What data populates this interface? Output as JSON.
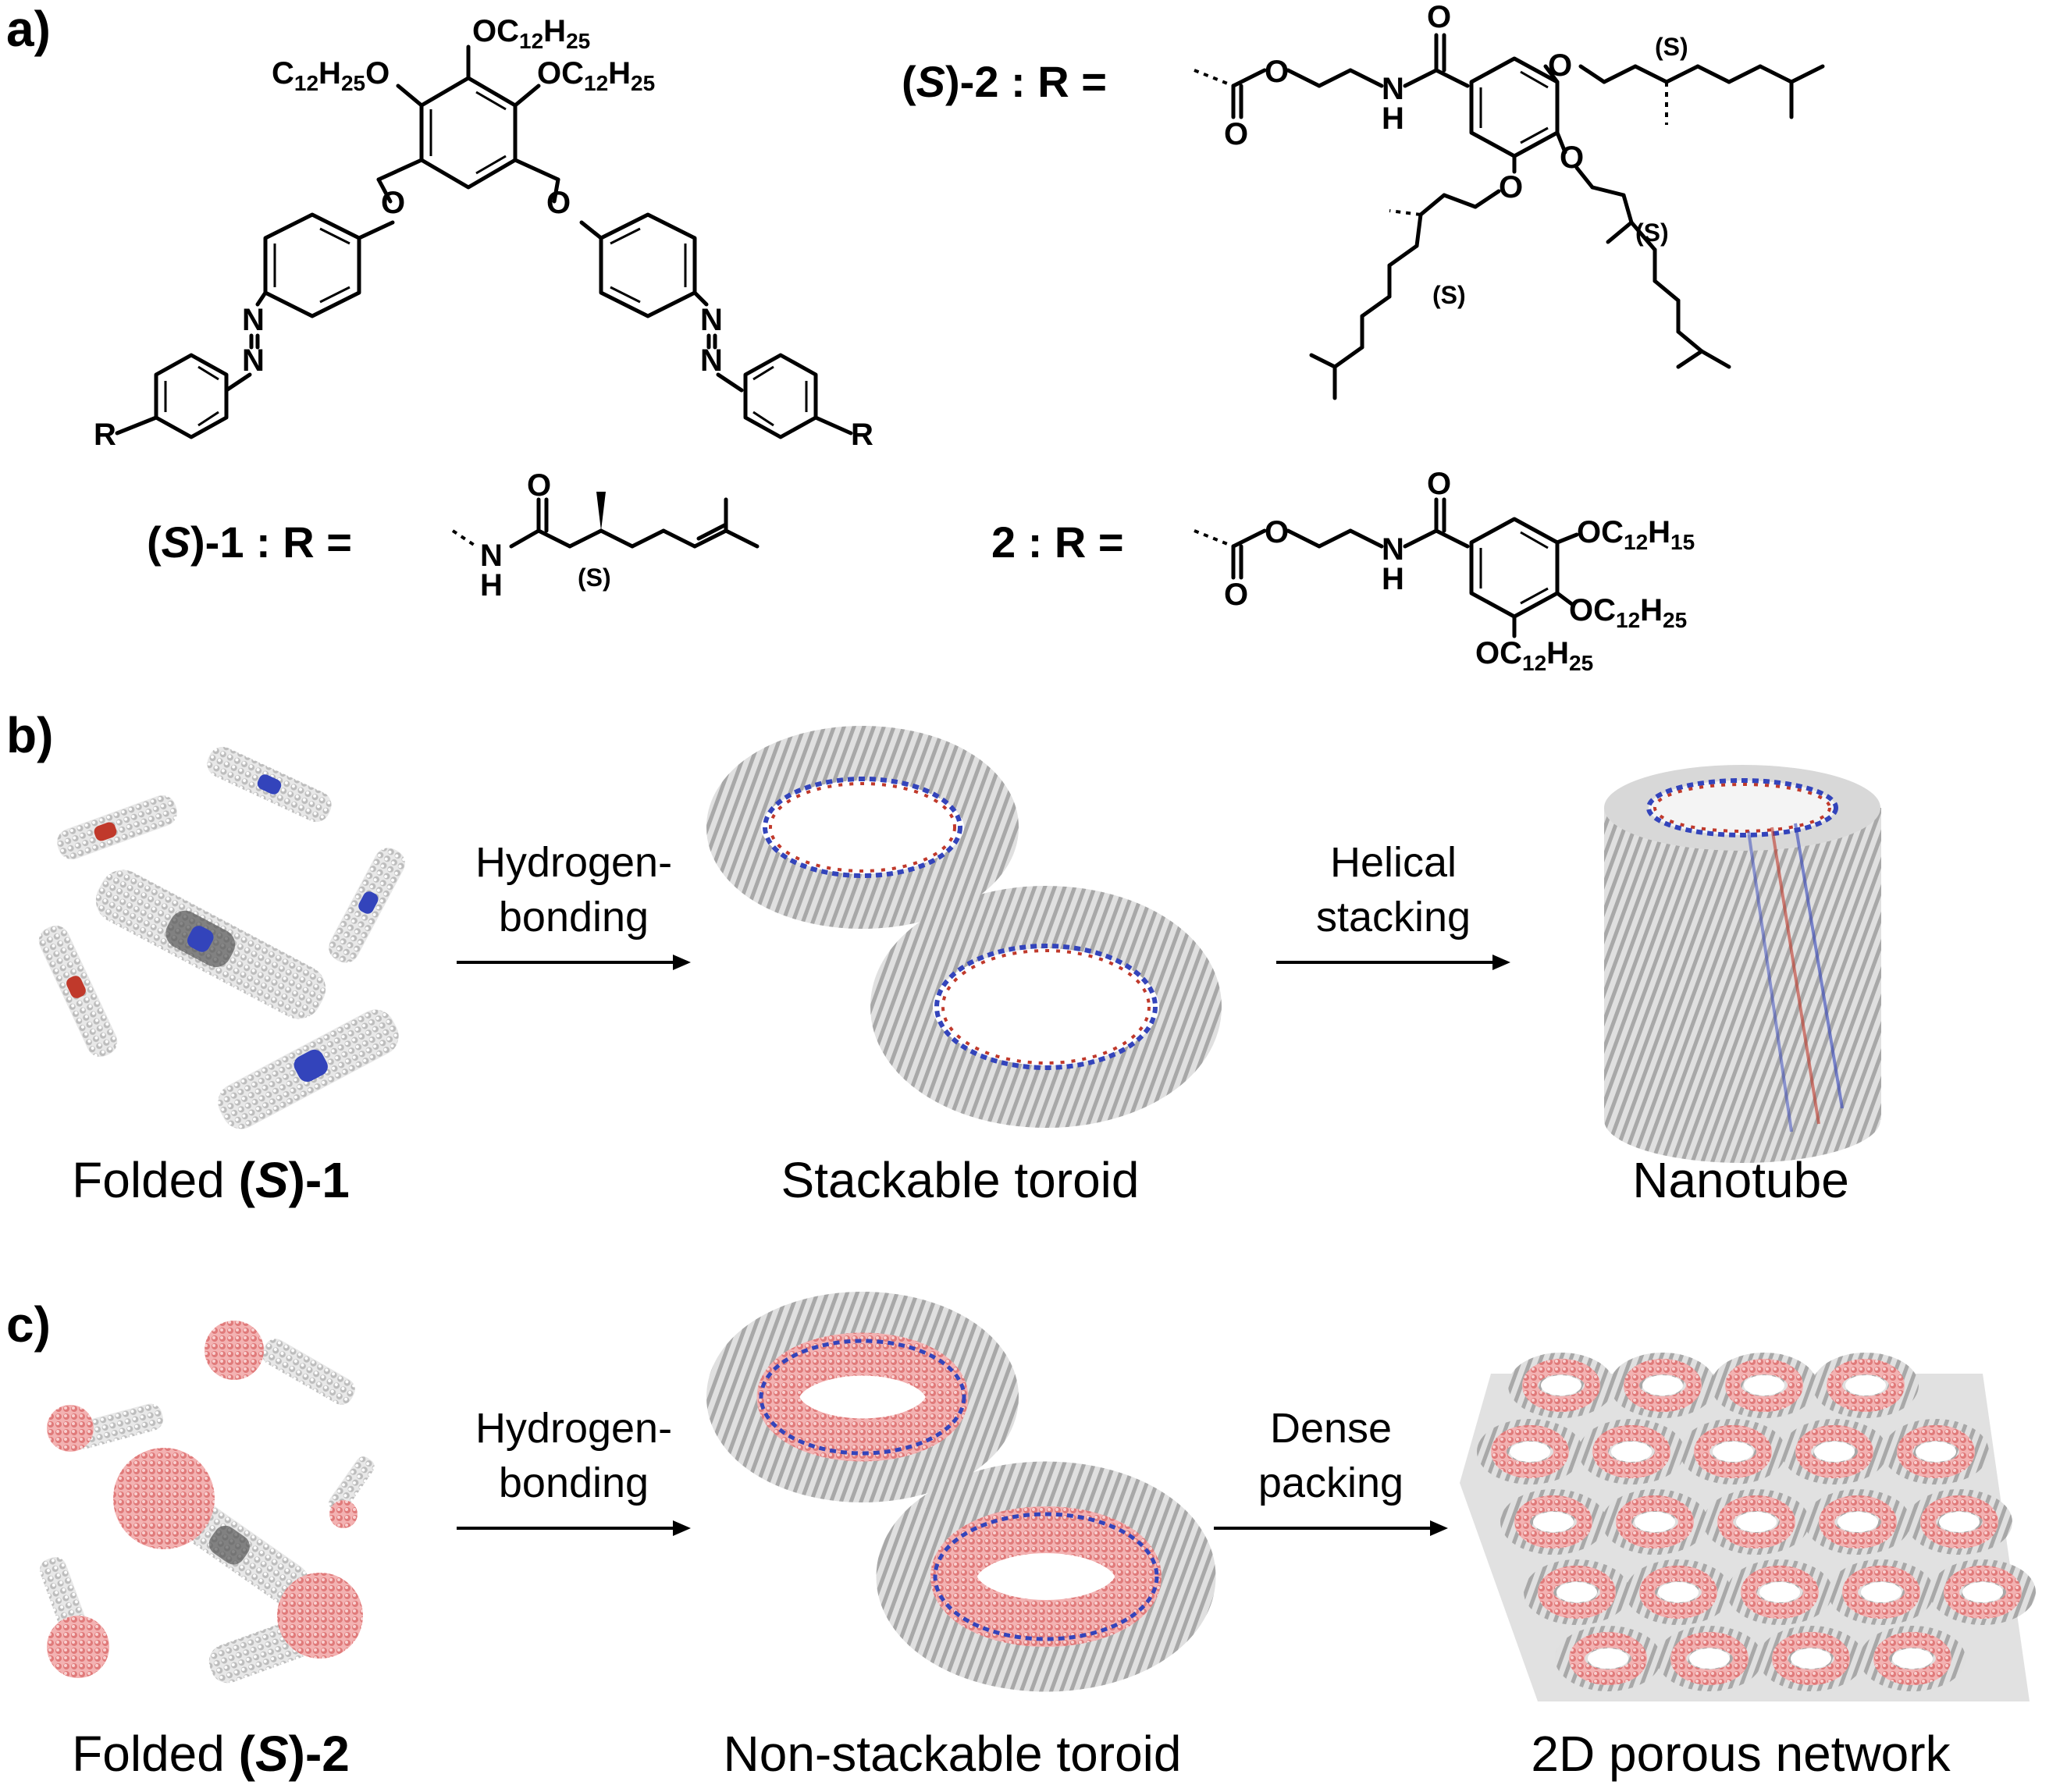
{
  "panels": {
    "a": {
      "label": "a)",
      "core_substituents": {
        "top": "OC12H25",
        "left": "C12H25O",
        "right": "OC12H25"
      },
      "atoms": {
        "O": "O",
        "N": "N",
        "R": "R",
        "H": "H",
        "NH": "N",
        "S": "(S)"
      },
      "compounds": [
        {
          "id": "(S)-2",
          "prefix": "(",
          "italic": "S",
          "suffix": ")-2",
          "eq": ":  R  ="
        },
        {
          "id": "(S)-1",
          "prefix": "(",
          "italic": "S",
          "suffix": ")-1",
          "eq": ":  R  ="
        },
        {
          "id": "2",
          "prefix": "",
          "italic": "",
          "suffix": "2",
          "eq": ":  R  ="
        }
      ],
      "compound2_substituents": [
        "OC12H15",
        "OC12H25",
        "OC12H25"
      ]
    },
    "b": {
      "label": "b)",
      "arrow1": [
        "Hydrogen-",
        "bonding"
      ],
      "arrow2": [
        "Helical",
        "stacking"
      ],
      "captions": [
        "Folded ",
        "(S)-1",
        "Stackable toroid",
        "Nanotube"
      ],
      "caption_bold": {
        "prefix": "(",
        "italic": "S",
        "suffix": ")-1"
      }
    },
    "c": {
      "label": "c)",
      "arrow1": [
        "Hydrogen-",
        "bonding"
      ],
      "arrow2": [
        "Dense",
        "packing"
      ],
      "captions": [
        "Folded ",
        "Non-stackable toroid",
        "2D porous network"
      ],
      "caption_bold": {
        "prefix": "(",
        "italic": "S",
        "suffix": ")-2"
      }
    }
  },
  "colors": {
    "carbon": "#9a9a9a",
    "oxygen": "#c0392b",
    "nitrogen": "#3344bb",
    "chiral_tail": "#e07a7a",
    "background": "#ffffff"
  }
}
